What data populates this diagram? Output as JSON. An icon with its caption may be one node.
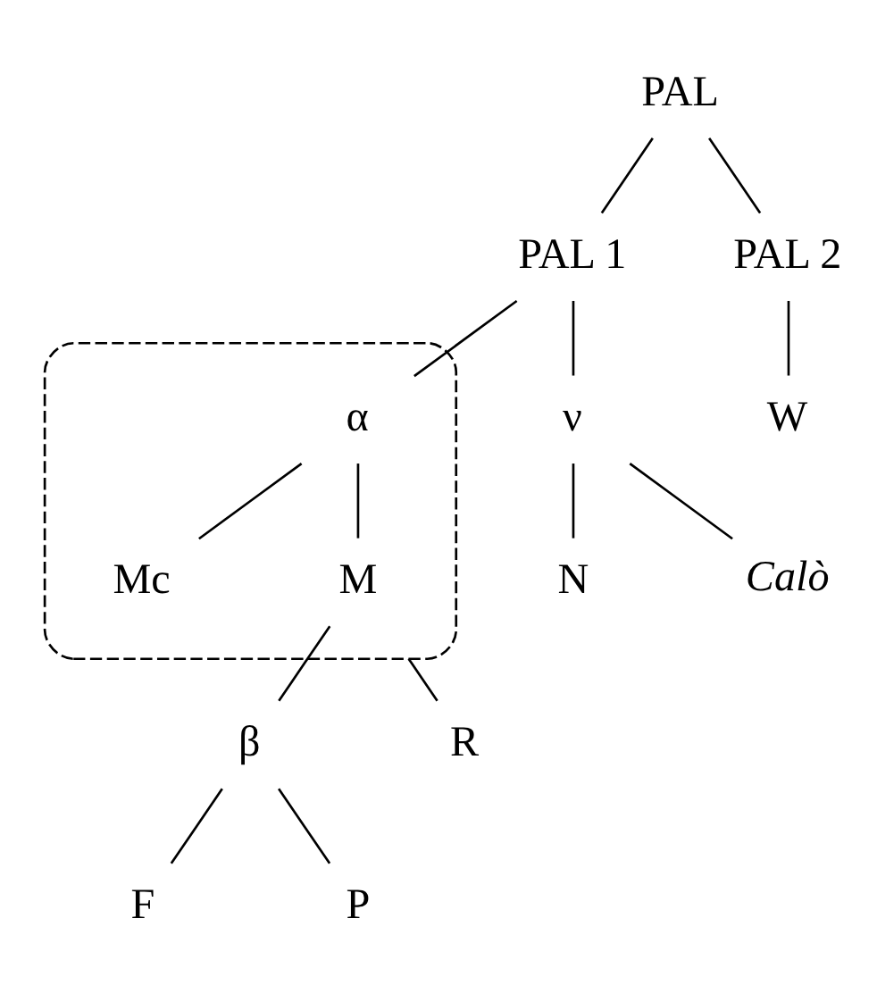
{
  "diagram": {
    "nodes": [
      {
        "text": [
          "PAL"
        ]
      },
      {
        "text": [
          "PAL 1"
        ]
      },
      {
        "text": [
          "PAL 2"
        ]
      },
      {
        "text": [],
        "shape": "ellipse"
      },
      {
        "text": [
          "α"
        ],
        "in": 3
      },
      {
        "text": [
          "Mc"
        ],
        "in": 3
      },
      {
        "text": [
          "M"
        ],
        "in": 3
      },
      {
        "text": [
          "β"
        ]
      },
      {
        "text": [
          "F"
        ]
      },
      {
        "text": [
          "R"
        ]
      },
      {
        "text": [
          "W"
        ]
      },
      {
        "text": [
          "ν"
        ]
      },
      {
        "text": [
          "N"
        ]
      },
      {
        "text": [
          "Calò"
        ]
      },
      {
        "text": [
          "P"
        ]
      }
    ],
    "edges": [
      {
        "from": 0,
        "to": 1,
        "arrow": "none"
      },
      {
        "from": 0,
        "to": 2,
        "arrow": "none"
      },
      {
        "from": 1,
        "to": 4,
        "arrow": "none"
      },
      {
        "from": 4,
        "to": 5,
        "arrow": "none"
      },
      {
        "from": 4,
        "to": 6,
        "arrow": "none"
      },
      {
        "from": 6,
        "to": 7,
        "arrow": "none"
      },
      {
        "from": 3,
        "to": 9,
        "arrow": "none"
      },
      {
        "from": 7,
        "to": 8,
        "arrow": "none"
      },
      {
        "from": 7,
        "to": 14,
        "arrow": "none"
      },
      {
        "from": 2,
        "to": 10,
        "arrow": "none"
      },
      {
        "from": 1,
        "to": 11,
        "arrow": "none"
      },
      {
        "from": 11,
        "to": 12,
        "arrow": "none"
      },
      {
        "from": 11,
        "to": 13,
        "arrow": "none"
      }
    ]
  }
}
